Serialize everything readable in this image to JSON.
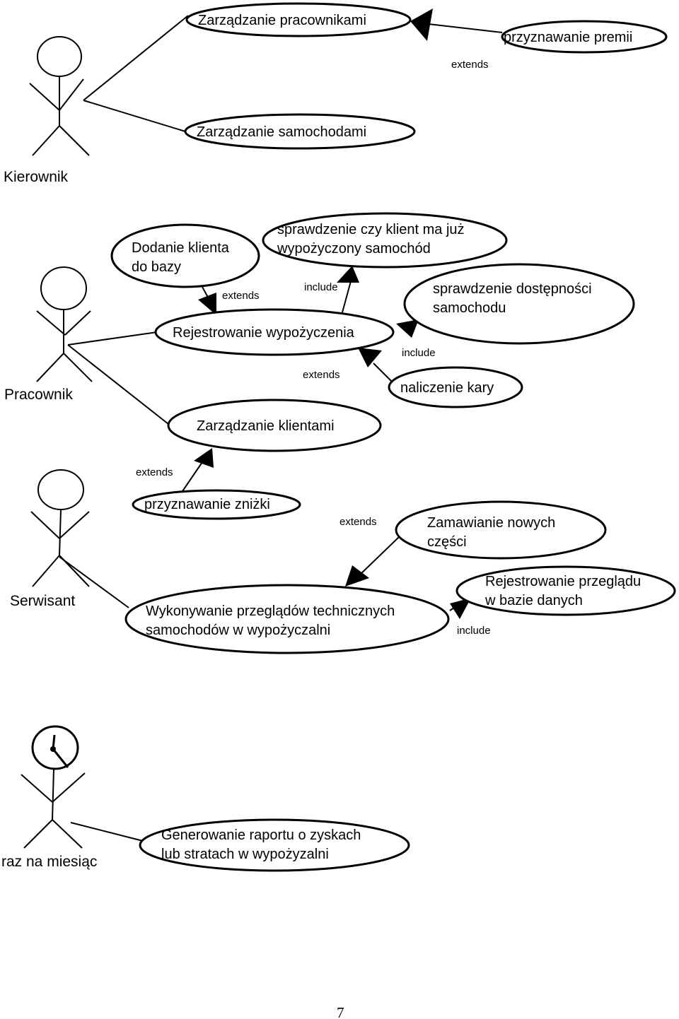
{
  "actors": {
    "kierownik": "Kierownik",
    "pracownik": "Pracownik",
    "serwisant": "Serwisant",
    "timer": "raz na miesiąc"
  },
  "use_cases": {
    "zarzadzanie_pracownikami": "Zarządzanie pracownikami",
    "przyznawanie_premii": "przyznawanie premii",
    "zarzadzanie_samochodami": "Zarządzanie samochodami",
    "dodanie_klienta": [
      "Dodanie klienta",
      "do bazy"
    ],
    "sprawdzenie_klienta": [
      "sprawdzenie czy klient ma już",
      "wypożyczony samochód"
    ],
    "sprawdzenie_dostepnosci": [
      "sprawdzenie dostępności",
      "samochodu"
    ],
    "rejestrowanie_wypozyczenia": "Rejestrowanie wypożyczenia",
    "naliczenie_kary": "naliczenie kary",
    "zarzadzanie_klientami": "Zarządzanie klientami",
    "przyznawanie_znizki": "przyznawanie zniżki",
    "zamawianie_czesci": [
      "Zamawianie nowych",
      "części"
    ],
    "rejestrowanie_przegladu": [
      "Rejestrowanie przeglądu",
      "w bazie danych"
    ],
    "wykonywanie_przegladow": [
      "Wykonywanie przeglądów technicznych",
      "samochodów w wypożyczalni"
    ],
    "generowanie_raportu": [
      "Generowanie raportu o zyskach",
      "lub stratach w wypożyzalni"
    ]
  },
  "relations": {
    "extends_premii": "extends",
    "extends_dodanie": "extends",
    "include_sprawdzenie_klienta": "include",
    "include_dostepnosci": "include",
    "extends_kary": "extends",
    "extends_znizki": "extends",
    "extends_czesci": "extends",
    "include_przegladu": "include"
  },
  "page_number": "7"
}
